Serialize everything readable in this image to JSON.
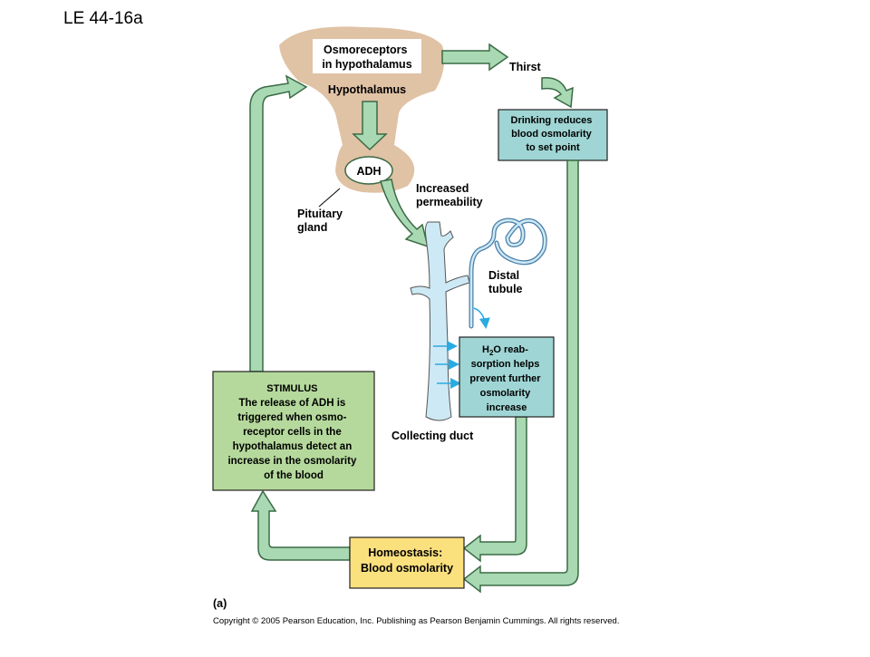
{
  "slide_title": "LE 44-16a",
  "labels": {
    "osmoreceptors": [
      "Osmoreceptors",
      "in hypothalamus"
    ],
    "hypothalamus": "Hypothalamus",
    "thirst": "Thirst",
    "adh": "ADH",
    "pituitary": [
      "Pituitary",
      "gland"
    ],
    "increased_permeability": [
      "Increased",
      "permeability"
    ],
    "distal_tubule": [
      "Distal",
      "tubule"
    ],
    "collecting_duct": "Collecting duct",
    "panel": "(a)"
  },
  "boxes": {
    "drinking": [
      "Drinking reduces",
      "blood osmolarity",
      "to set point"
    ],
    "h2o": {
      "h": "H",
      "sub": "2",
      "rest": "O reab-",
      "lines": [
        "sorption helps",
        "prevent further",
        "osmolarity",
        "increase"
      ]
    },
    "stimulus": [
      "STIMULUS",
      "The release of ADH is",
      "triggered when osmo-",
      "receptor cells in the",
      "hypothalamus detect an",
      "increase in the osmolarity",
      "of the blood"
    ],
    "homeostasis": [
      "Homeostasis:",
      "Blood osmolarity"
    ]
  },
  "copyright": "Copyright © 2005 Pearson Education, Inc. Publishing as Pearson Benjamin Cummings. All rights reserved.",
  "colors": {
    "arrow_fill": "#a9d9b3",
    "arrow_stroke": "#3a6b45",
    "brain_tan": "#e0c2a5",
    "teal_box": "#9fd5d4",
    "green_box": "#b5d99c",
    "yellow_box": "#fbe07e",
    "duct_blue": "#cde9f5",
    "water_arrow": "#29abe2"
  }
}
